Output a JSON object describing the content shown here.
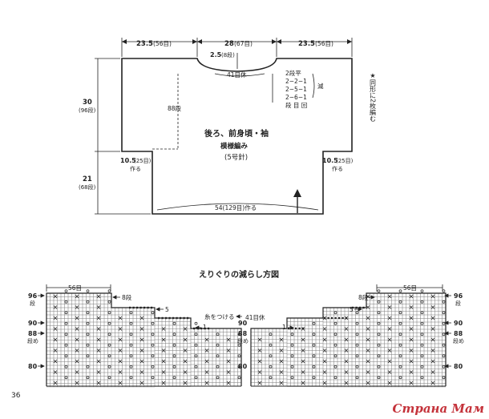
{
  "top": {
    "dim_left_cm": "23.5",
    "dim_left_st": "(56目)",
    "dim_center_cm": "28",
    "dim_center_st": "(67目)",
    "dim_right_cm": "23.5",
    "dim_right_st": "(56目)",
    "neck_cm": "2.5",
    "neck_st": "(8段)",
    "neck_rest": "41目休",
    "dec_rows": [
      "2段平",
      "2−2−1",
      "2−5−1",
      "2−6−1"
    ],
    "dec_label": "減",
    "dec_footer": "段 目 回",
    "side_note": "★同形に2枚編む",
    "upper_cm": "30",
    "upper_rows": "(96段)",
    "lower_cm": "21",
    "lower_rows": "(68段)",
    "mid_rows": "88段",
    "title": "後ろ、前身頃・袖",
    "pattern": "模様編み",
    "needle": "(5号針)",
    "cuff_left_cm": "10.5",
    "cuff_left_st": "(25目)",
    "cuff_left_make": "作る",
    "cuff_right_cm": "10.5",
    "cuff_right_st": "(25目)",
    "cuff_right_make": "作る",
    "bottom_label": "54(129目)作る"
  },
  "chart": {
    "title": "えりぐりの減らし方図",
    "left_st": "56目",
    "right_st": "56目",
    "left_8": "8段",
    "right_8": "8段",
    "left_5": "5",
    "right_5": "5",
    "left_1": "1",
    "right_1": "1",
    "thread": "糸をつける",
    "rest": "41目休",
    "rows_left": [
      {
        "n": "96",
        "sub": "段"
      },
      {
        "n": "90",
        "sub": ""
      },
      {
        "n": "88",
        "sub": "段め"
      },
      {
        "n": "80",
        "sub": ""
      }
    ],
    "rows_mid": [
      {
        "n": "90",
        "sub": ""
      },
      {
        "n": "88",
        "sub": "段め"
      },
      {
        "n": "80",
        "sub": ""
      }
    ],
    "rows_right": [
      {
        "n": "96",
        "sub": "段"
      },
      {
        "n": "90",
        "sub": ""
      },
      {
        "n": "88",
        "sub": "段め"
      },
      {
        "n": "80",
        "sub": ""
      }
    ]
  },
  "page_number": "36",
  "logo": "Страна Мам"
}
